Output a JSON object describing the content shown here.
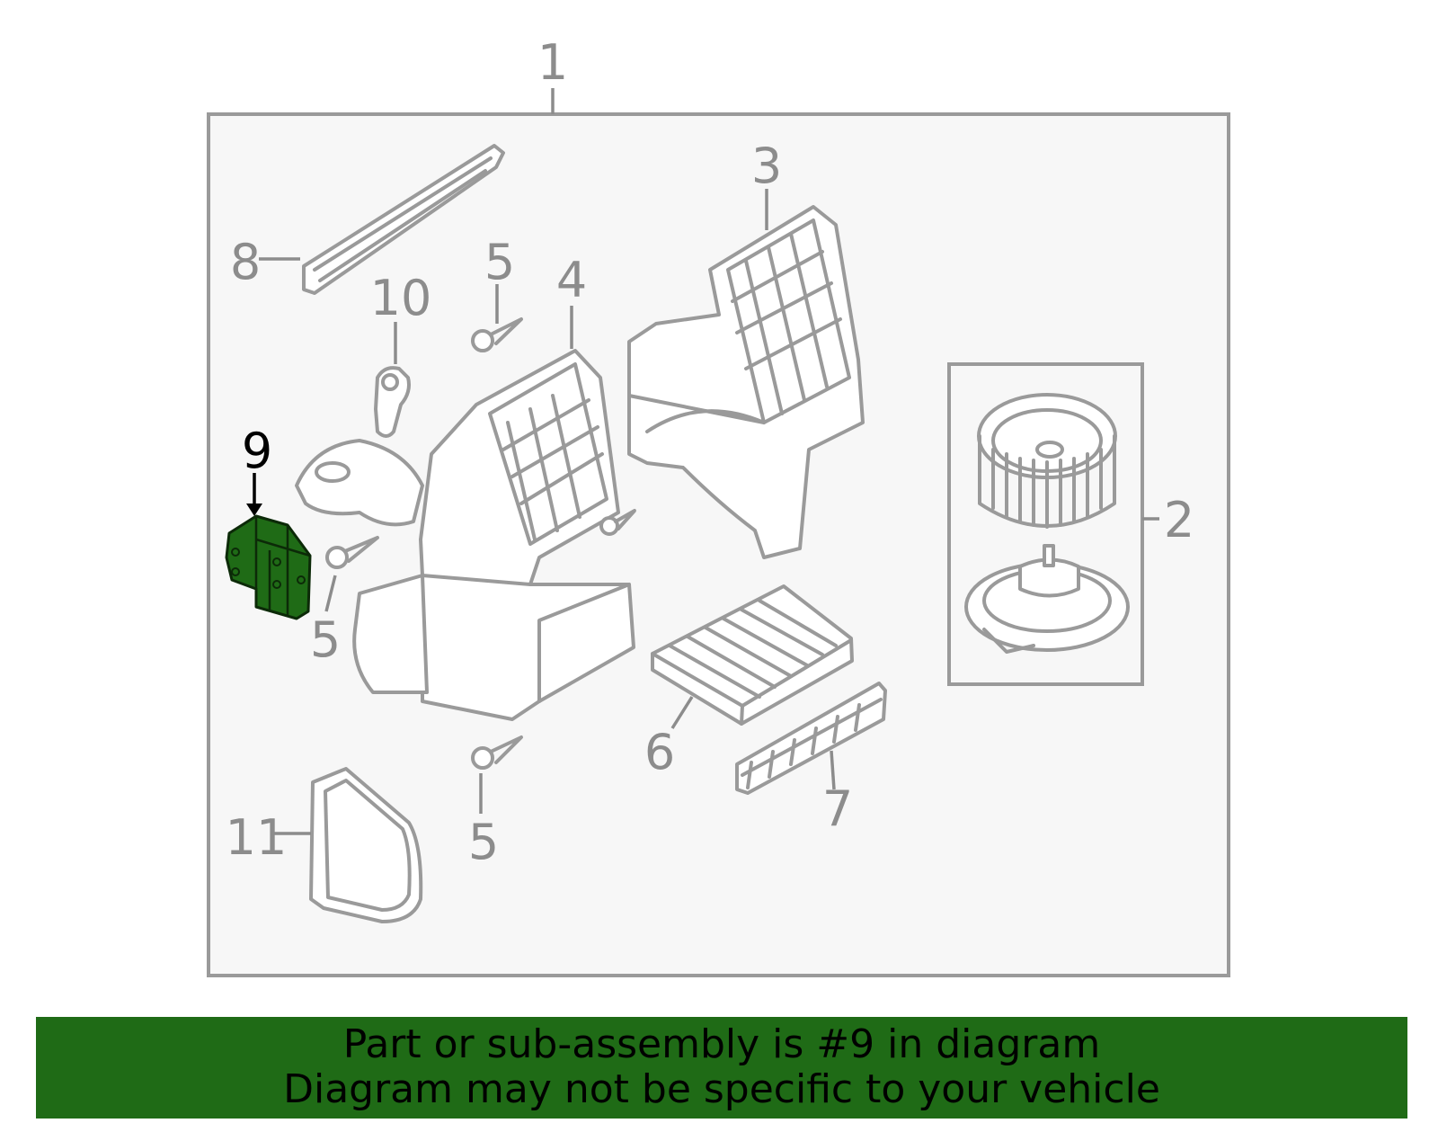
{
  "callouts": {
    "c1": "1",
    "c2": "2",
    "c3": "3",
    "c4": "4",
    "c5a": "5",
    "c5b": "5",
    "c5c": "5",
    "c6": "6",
    "c7": "7",
    "c8": "8",
    "c9": "9",
    "c10": "10",
    "c11": "11"
  },
  "highlight": {
    "part_number": "9",
    "color": "#1f6b16"
  },
  "banner": {
    "line1": "Part or sub-assembly is #9 in diagram",
    "line2": "Diagram may not be specific to your vehicle",
    "color": "#1f6b16"
  }
}
